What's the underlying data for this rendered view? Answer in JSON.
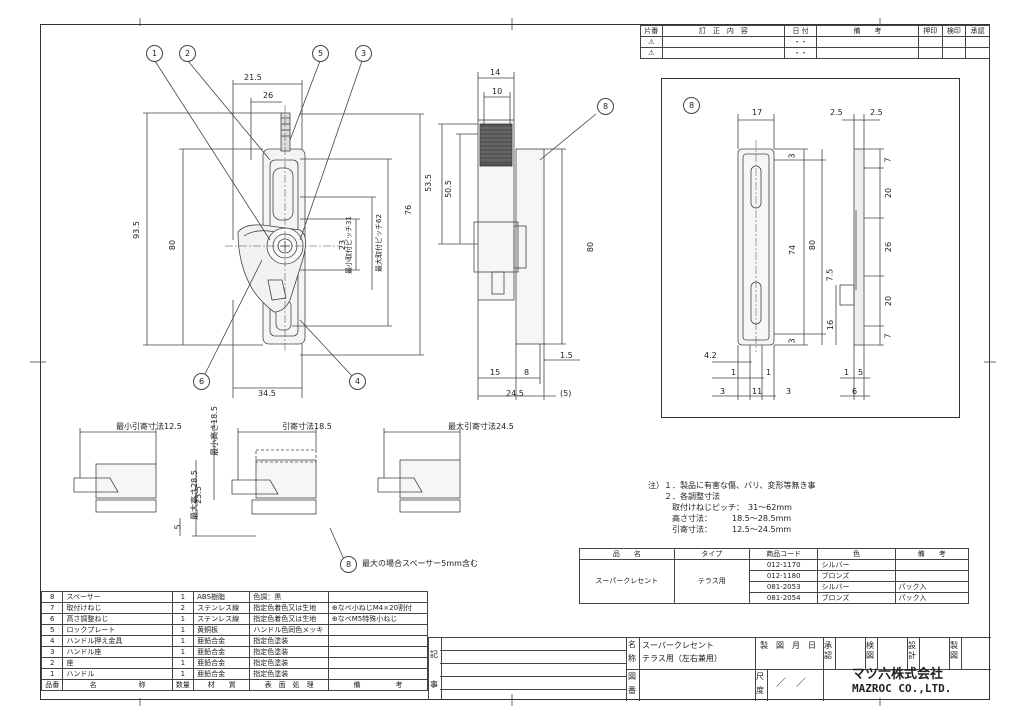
{
  "revision_table": {
    "headers": [
      "片番",
      "訂　正　内　容",
      "日 付",
      "備　　考",
      "押印",
      "検印",
      "承認"
    ],
    "rows": [
      {
        "mark": "⚠",
        "date": "・・"
      },
      {
        "mark": "⚠",
        "date": "・・"
      }
    ]
  },
  "callouts": [
    "1",
    "2",
    "5",
    "3",
    "8",
    "6",
    "4",
    "8",
    "8"
  ],
  "dimensions": {
    "front": {
      "w21_5": "21.5",
      "w26": "26",
      "h93_5": "93.5",
      "h80": "80",
      "h23": "23",
      "min_pitch": "最小取付ピッチ31",
      "max_pitch": "最大取付ピッチ62",
      "h76": "76",
      "w34_5": "34.5"
    },
    "side": {
      "w14": "14",
      "w10": "10",
      "h53_5": "53.5",
      "h50_5": "50.5",
      "h80": "80",
      "w15": "15",
      "w8": "8",
      "w1_5": "1.5",
      "w24_5": "24.5",
      "w5_paren": "(5)"
    },
    "detail": {
      "w17": "17",
      "w2_5a": "2.5",
      "w2_5b": "2.5",
      "d3a": "3",
      "d74": "74",
      "d80": "80",
      "d3b": "3",
      "d7a": "7",
      "d20a": "20",
      "d26": "26",
      "d20b": "20",
      "d7b": "7",
      "d7_5": "7.5",
      "d16": "16",
      "w4_2": "4.2",
      "w1a": "1",
      "w1b": "1",
      "w3a": "3",
      "w11": "11",
      "w3b": "3",
      "w1c": "1",
      "w5": "5",
      "w6": "6"
    },
    "bottom": {
      "min_pull": "最小引寄寸法12.5",
      "pull": "引寄寸法18.5",
      "max_pull": "最大引寄寸法24.5",
      "min_height": "最小高さ18.5",
      "max_height": "最大高さ28.5",
      "h23_5": "23.5",
      "h5": "5",
      "spacer_note": "最大の場合スペーサー5mm含む"
    }
  },
  "notes": [
    "注）１．製品に有害な傷、バリ、変形等無き事",
    "　　２．各調整寸法",
    "　　　取付けねじピッチ：　31～62mm",
    "　　　高さ寸法：　　　18.5～28.5mm",
    "　　　引寄寸法：　　　12.5～24.5mm"
  ],
  "product_table": {
    "headers": [
      "品　　名",
      "タイプ",
      "商品コード",
      "色",
      "備　　考"
    ],
    "name": "スーパークレセント",
    "type": "テラス用",
    "rows": [
      {
        "code": "012-1170",
        "color": "シルバー",
        "remark": ""
      },
      {
        "code": "012-1180",
        "color": "ブロンズ",
        "remark": ""
      },
      {
        "code": "081-2053",
        "color": "シルバー",
        "remark": "パック入"
      },
      {
        "code": "081-2054",
        "color": "ブロンズ",
        "remark": "パック入"
      }
    ]
  },
  "parts_list": {
    "rows": [
      {
        "no": "8",
        "name": "スペーサー",
        "qty": "1",
        "material": "ABS樹脂",
        "finish": "色調：黒",
        "note": ""
      },
      {
        "no": "7",
        "name": "取付けねじ",
        "qty": "2",
        "material": "ステンレス線",
        "finish": "指定色着色又は生地",
        "note": "⊕なべ小ねじM4×20割付"
      },
      {
        "no": "6",
        "name": "高さ調整ねじ",
        "qty": "1",
        "material": "ステンレス線",
        "finish": "指定色着色又は生地",
        "note": "⊕なべM5特殊小ねじ"
      },
      {
        "no": "5",
        "name": "ロックプレート",
        "qty": "1",
        "material": "黄銅板",
        "finish": "ハンドル色同色メッキ",
        "note": ""
      },
      {
        "no": "4",
        "name": "ハンドル押え金具",
        "qty": "1",
        "material": "亜鉛合金",
        "finish": "指定色塗装",
        "note": ""
      },
      {
        "no": "3",
        "name": "ハンドル座",
        "qty": "1",
        "material": "亜鉛合金",
        "finish": "指定色塗装",
        "note": ""
      },
      {
        "no": "2",
        "name": "座",
        "qty": "1",
        "material": "亜鉛合金",
        "finish": "指定色塗装",
        "note": ""
      },
      {
        "no": "1",
        "name": "ハンドル",
        "qty": "1",
        "material": "亜鉛合金",
        "finish": "指定色塗装",
        "note": ""
      }
    ],
    "footer": {
      "no": "品番",
      "name": "名　　　　　　称",
      "qty": "数量",
      "material": "材　　質",
      "finish": "表　面　処　理",
      "note": "備　　　　　考"
    }
  },
  "side_labels": {
    "ki": "記",
    "ji": "事"
  },
  "title_block": {
    "name_label_1": "名",
    "name_label_2": "称",
    "product_line_1": "スーパークレセント",
    "product_line_2": "テラス用（左右兼用）",
    "drawing_no_label_1": "図",
    "drawing_no_label_2": "番",
    "date_label": "製　図　月　日",
    "approve_label": "承認",
    "check_label": "検図",
    "design_label": "設計",
    "draft_label": "製図",
    "scale_label_1": "尺",
    "scale_label_2": "度",
    "scale_value": "／　／",
    "company_jp": "マツ六株式会社",
    "company_en": "MAZROC CO.,LTD."
  },
  "colors": {
    "line": "#444444",
    "fill": "#e8e8e8"
  }
}
